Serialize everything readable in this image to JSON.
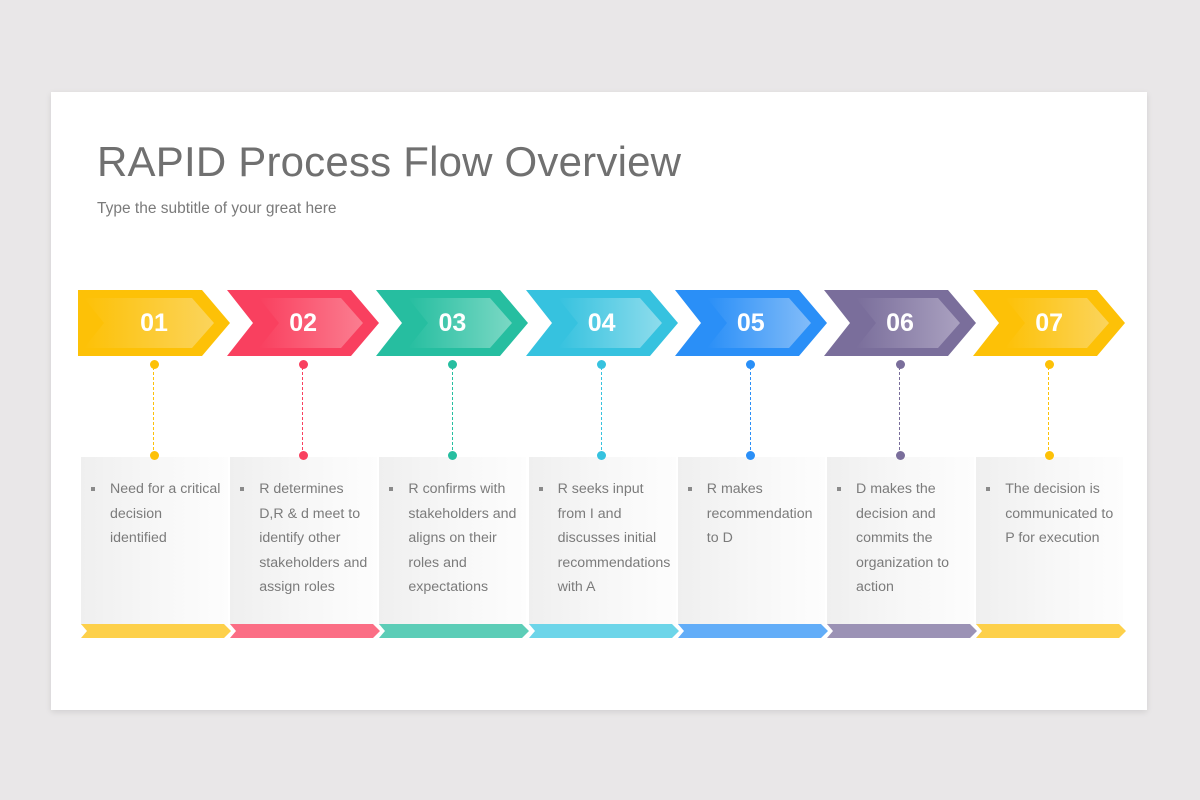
{
  "slide": {
    "title": "RAPID Process Flow Overview",
    "subtitle": "Type the subtitle of your great here"
  },
  "steps": [
    {
      "number": "01",
      "text": "Need for a critical decision identified",
      "color": "#fdc107",
      "light": "#fbd45c",
      "bar": "#fdd04a"
    },
    {
      "number": "02",
      "text": "R determines D,R & d meet to identify other stakeholders and assign roles",
      "color": "#f9405f",
      "light": "#fb7d90",
      "bar": "#fb6e85"
    },
    {
      "number": "03",
      "text": "R confirms with stakeholders and aligns on their roles and expectations",
      "color": "#26bea0",
      "light": "#7ad8c4",
      "bar": "#5ccdb7"
    },
    {
      "number": "04",
      "text": "R seeks input from I and discusses initial recommendations with A",
      "color": "#36c2df",
      "light": "#8ddcec",
      "bar": "#6dd5e9"
    },
    {
      "number": "05",
      "text": "R makes recommendation to D",
      "color": "#2a8ff7",
      "light": "#82bcf9",
      "bar": "#62adf8"
    },
    {
      "number": "06",
      "text": "D makes the decision and commits the organization to action",
      "color": "#7a6e9b",
      "light": "#aaa1c0",
      "bar": "#9b92b5"
    },
    {
      "number": "07",
      "text": "The decision is communicated to P for execution",
      "color": "#fdc107",
      "light": "#fbd45c",
      "bar": "#fdd04a"
    }
  ]
}
